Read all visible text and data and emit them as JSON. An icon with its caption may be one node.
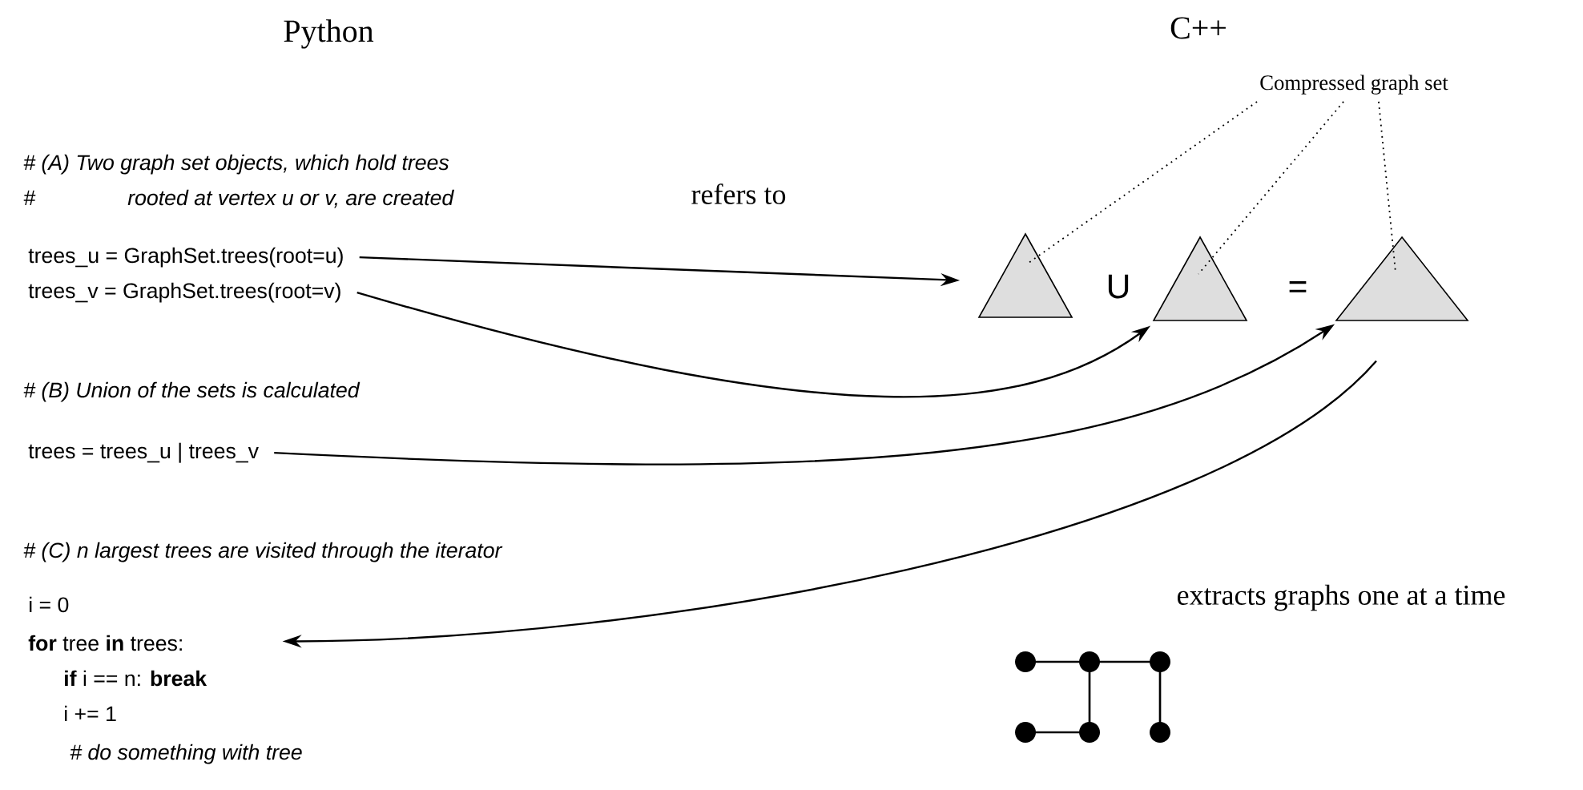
{
  "diagram": {
    "nodes": [
      {
        "text": [
          "trees_u = GraphSet.trees(root=u)"
        ]
      },
      {
        "text": [
          "trees_v = GraphSet.trees(root=v)"
        ]
      },
      {
        "text": [
          "trees = trees_u | trees_v"
        ]
      },
      {
        "text": [],
        "shape": "triangle"
      },
      {
        "text": [],
        "shape": "triangle"
      },
      {
        "text": [],
        "shape": "triangle"
      },
      {
        "text": [
          "Compressed graph set"
        ]
      },
      {
        "text": [
          "**for** tree **in** trees:"
        ]
      }
    ],
    "edges": [
      {
        "from": 0,
        "to": 3,
        "arrow": "to",
        "label": "refers to"
      },
      {
        "from": 1,
        "to": 4,
        "arrow": "to"
      },
      {
        "from": 2,
        "to": 5,
        "arrow": "to"
      },
      {
        "from": 5,
        "to": 7,
        "arrow": "to",
        "label": "extracts graphs one at a time"
      },
      {
        "from": 6,
        "to": 3,
        "arrow": "none",
        "style": "dashed"
      },
      {
        "from": 6,
        "to": 4,
        "arrow": "none",
        "style": "dashed"
      },
      {
        "from": 6,
        "to": 5,
        "arrow": "none",
        "style": "dashed"
      }
    ],
    "labels": [
      "Python",
      "C++",
      "# (A) Two graph set objects, which hold trees",
      "#",
      "rooted at vertex u or v, are created",
      "# (B) Union of the sets is calculated",
      "# (C) n largest trees are visited through the iterator",
      "i = 0",
      "**if** i == n: **break**",
      "i += 1",
      "# do something with tree",
      "U",
      "="
    ]
  }
}
